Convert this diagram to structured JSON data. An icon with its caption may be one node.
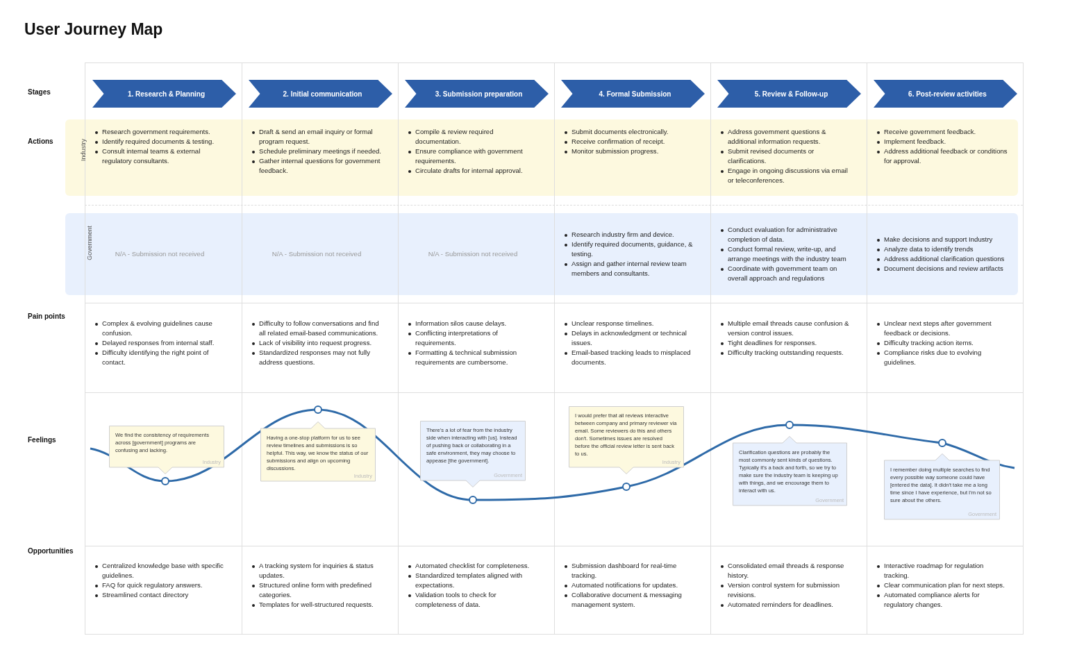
{
  "diagram": {
    "title": "User Journey Map",
    "nodes": [
      {
        "text": [
          "1. Research & Planning"
        ]
      },
      {
        "text": [
          "2. Initial communication"
        ]
      },
      {
        "text": [
          "3. Submission preparation"
        ]
      },
      {
        "text": [
          "4. Formal Submission"
        ]
      },
      {
        "text": [
          "5. Review & Follow-up"
        ]
      },
      {
        "text": [
          "6. Post-review activities"
        ]
      },
      {
        "text": [
          "We find the consistency of requirements across [government] programs are confusing and lacking.",
          "Industry"
        ]
      },
      {
        "text": [
          "Having a one-stop platform for us to see review timelines and submissions is so helpful. This way, we know the status of our submissions and align on upcoming discussions.",
          "Industry"
        ]
      },
      {
        "text": [
          "There's a lot of fear from the industry side when interacting with [us]. Instead of pushing back or collaborating in a safe environment, they may choose to appease [the government].",
          "Government"
        ]
      },
      {
        "text": [
          "I would prefer that all reviews interactive between company and primary reviewer via email. Some reviewers do this and others don't. Sometimes issues are resolved before the official review letter is sent back to us.",
          "Industry"
        ]
      },
      {
        "text": [
          "Clarification questions are probably the most commonly sent kinds of questions. Typically it’s a back and forth, so we try to make sure the industry team is keeping up with things, and we encourage them to interact with us.",
          "Government"
        ]
      },
      {
        "text": [
          "I remember doing multiple searches to find every possible way someone could have [entered the data]. It didn't take me a long time since I have experience, but I'm not so sure about the others.",
          "Government"
        ]
      }
    ],
    "labels": [
      "Stages",
      "Actions",
      "Industry",
      "Research government requirements.",
      "Identify required documents & testing.",
      "Consult internal teams & external regulatory consultants.",
      "Draft & send an email inquiry or formal program request.",
      "Schedule preliminary meetings if needed.",
      "Gather internal questions for government feedback.",
      "Compile & review required documentation.",
      "Ensure compliance with government requirements.",
      "Circulate drafts for internal approval.",
      "Submit documents electronically.",
      "Receive confirmation of receipt.",
      "Monitor submission progress.",
      "Address government questions & additional information requests.",
      "Submit revised documents or clarifications.",
      "Engage in ongoing discussions via email or teleconferences.",
      "Receive government feedback.",
      "Implement feedback.",
      "Address additional feedback or conditions for approval.",
      "Government",
      "N/A - Submission not received",
      "N/A - Submission not received",
      "N/A - Submission not received",
      "Research industry firm and device.",
      "Identify required documents, guidance, & testing.",
      "Assign and gather internal review team members and consultants.",
      "Conduct evaluation for administrative completion of data.",
      "Conduct formal review, write-up, and arrange meetings with the industry team",
      "Coordinate with government team on overall approach and regulations",
      "Make decisions and support Industry",
      "Analyze data to identify trends",
      "Address additional clarification questions",
      "Document decisions and review artifacts",
      "Pain points",
      "Complex & evolving guidelines cause confusion.",
      "Delayed responses from internal staff.",
      "Difficulty identifying the right point of contact.",
      "Difficulty to follow conversations and find all related email-based communications.",
      "Lack of visibility into request progress.",
      "Standardized responses may not fully address questions.",
      "Information silos cause delays.",
      "Conflicting interpretations of requirements.",
      "Formatting & technical submission requirements are cumbersome.",
      "Unclear response timelines.",
      "Delays in acknowledgment or technical issues.",
      "Email-based tracking leads to misplaced documents.",
      "Multiple email threads cause confusion & version control issues.",
      "Tight deadlines for responses.",
      "Difficulty tracking outstanding requests.",
      "Unclear next steps after government feedback or decisions.",
      "Difficulty tracking action items.",
      "Compliance risks due to evolving guidelines.",
      "Feelings",
      "Opportunities",
      "Centralized knowledge base with specific guidelines.",
      "FAQ for quick regulatory answers.",
      "Streamlined contact directory",
      "A tracking system for inquiries & status updates.",
      "Structured online form with predefined categories.",
      "Templates for well-structured requests.",
      "Automated checklist for completeness.",
      "Standardized templates aligned with expectations.",
      "Validation tools to check for completeness of data.",
      "Submission dashboard for real-time tracking.",
      "Automated notifications for updates.",
      "Collaborative document & messaging management system.",
      "Consolidated email threads & response history.",
      "Version control system for submission revisions.",
      "Automated reminders for deadlines.",
      "Interactive roadmap for regulation tracking.",
      "Clear communication plan for next steps.",
      "Automated compliance alerts for regulatory changes."
    ]
  }
}
